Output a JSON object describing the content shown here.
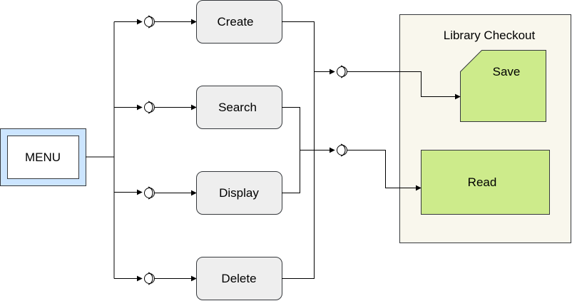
{
  "diagram": {
    "menu": {
      "label": "MENU"
    },
    "operations": {
      "create": "Create",
      "search": "Search",
      "display": "Display",
      "delete": "Delete"
    },
    "library": {
      "title": "Library Checkout",
      "save": "Save",
      "read": "Read"
    }
  },
  "colors": {
    "menu_outer_fill": "#cce5ff",
    "menu_outer_stroke": "#36393d",
    "menu_inner_fill": "#ffffff",
    "op_fill": "#eeeeee",
    "op_stroke": "#36393d",
    "container_fill": "#f9f7ed",
    "container_stroke": "#36393d",
    "store_fill": "#cdeb8b",
    "store_stroke": "#36393d",
    "line": "#000000"
  },
  "icons": {
    "interface": "lollipop-interface-icon",
    "arrow": "arrowhead-icon"
  }
}
